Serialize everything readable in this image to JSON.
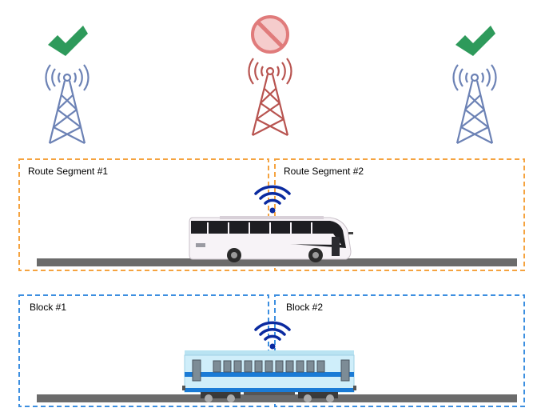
{
  "towers": [
    {
      "status": "ok",
      "status_icon": "checkmark-icon",
      "color": "#6c82b5",
      "mark_color": "#2e9a5b"
    },
    {
      "status": "blocked",
      "status_icon": "prohibited-icon",
      "color": "#b85450",
      "mark_color": "#e07b7b"
    },
    {
      "status": "ok",
      "status_icon": "checkmark-icon",
      "color": "#6c82b5",
      "mark_color": "#2e9a5b"
    }
  ],
  "road_section": {
    "border_color": "#f5a340",
    "segments": [
      {
        "label": "Route Segment #1"
      },
      {
        "label": "Route Segment #2"
      }
    ],
    "vehicle": "bus-icon",
    "signal_icon": "wifi-icon"
  },
  "rail_section": {
    "border_color": "#3d8fe0",
    "segments": [
      {
        "label": "Block #1"
      },
      {
        "label": "Block #2"
      }
    ],
    "vehicle": "train-car-icon",
    "signal_icon": "wifi-icon"
  },
  "colors": {
    "track": "#6b6b6b",
    "signal": "#0a2aa0"
  }
}
